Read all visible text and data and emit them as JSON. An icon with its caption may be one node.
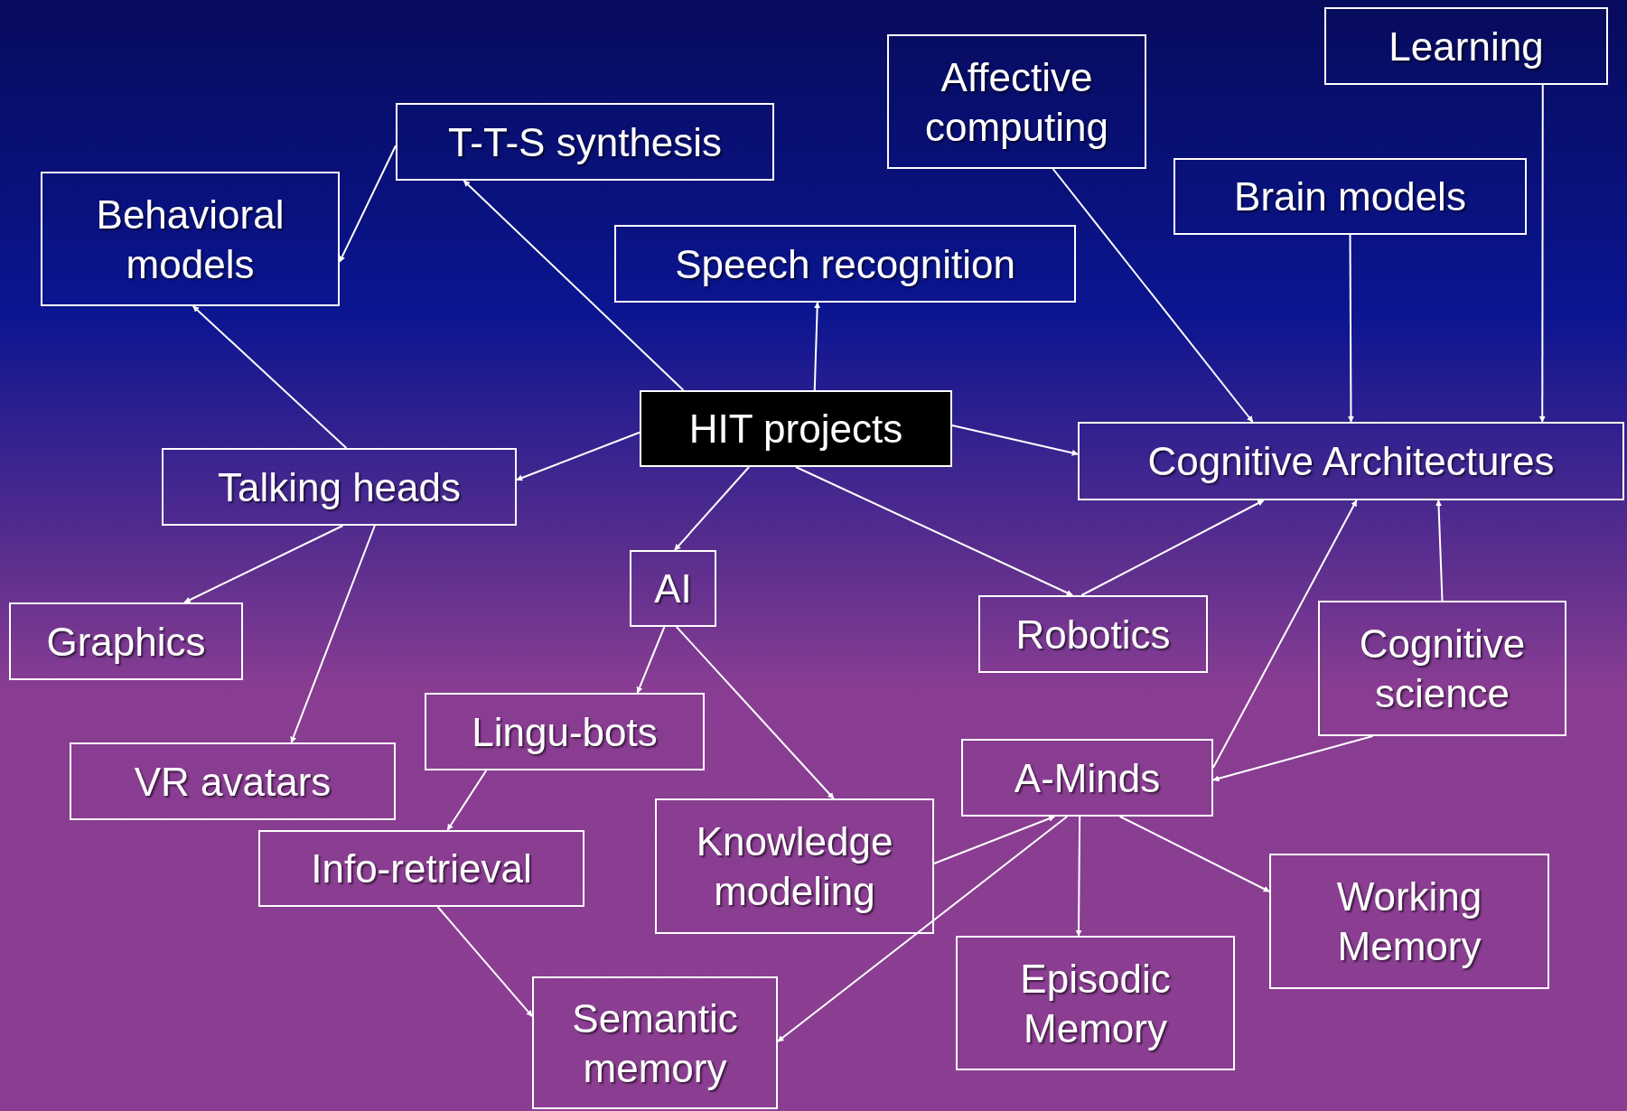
{
  "diagram": {
    "nodes": [
      {
        "text": [
          "Learning"
        ]
      },
      {
        "text": [
          "Affective computing"
        ]
      },
      {
        "text": [
          "T-T-S synthesis"
        ]
      },
      {
        "text": [
          "Behavioral models"
        ]
      },
      {
        "text": [
          "Brain models"
        ]
      },
      {
        "text": [
          "Speech recognition"
        ]
      },
      {
        "text": [
          "HIT projects"
        ]
      },
      {
        "text": [
          "Cognitive Architectures"
        ]
      },
      {
        "text": [
          "Talking heads"
        ]
      },
      {
        "text": [
          "AI"
        ]
      },
      {
        "text": [
          "Robotics"
        ]
      },
      {
        "text": [
          "Graphics"
        ]
      },
      {
        "text": [
          "Cognitive science"
        ]
      },
      {
        "text": [
          "Lingu-bots"
        ]
      },
      {
        "text": [
          "A-Minds"
        ]
      },
      {
        "text": [
          "VR avatars"
        ]
      },
      {
        "text": [
          "Info-retrieval"
        ]
      },
      {
        "text": [
          "Knowledge modeling"
        ]
      },
      {
        "text": [
          "Working Memory"
        ]
      },
      {
        "text": [
          "Episodic Memory"
        ]
      },
      {
        "text": [
          "Semantic memory"
        ]
      }
    ],
    "edges": [
      {
        "from": 2,
        "to": 3,
        "arrow": "to"
      },
      {
        "from": 6,
        "to": 2,
        "arrow": "to"
      },
      {
        "from": 6,
        "to": 5,
        "arrow": "to"
      },
      {
        "from": 6,
        "to": 7,
        "arrow": "to"
      },
      {
        "from": 6,
        "to": 8,
        "arrow": "to"
      },
      {
        "from": 6,
        "to": 9,
        "arrow": "to"
      },
      {
        "from": 6,
        "to": 10,
        "arrow": "to"
      },
      {
        "from": 8,
        "to": 3,
        "arrow": "to"
      },
      {
        "from": 8,
        "to": 11,
        "arrow": "to"
      },
      {
        "from": 8,
        "to": 15,
        "arrow": "to"
      },
      {
        "from": 1,
        "to": 7,
        "arrow": "to"
      },
      {
        "from": 4,
        "to": 7,
        "arrow": "to"
      },
      {
        "from": 0,
        "to": 7,
        "arrow": "to"
      },
      {
        "from": 10,
        "to": 7,
        "arrow": "to"
      },
      {
        "from": 14,
        "to": 7,
        "arrow": "to"
      },
      {
        "from": 12,
        "to": 7,
        "arrow": "to"
      },
      {
        "from": 12,
        "to": 14,
        "arrow": "to"
      },
      {
        "from": 9,
        "to": 13,
        "arrow": "to"
      },
      {
        "from": 9,
        "to": 17,
        "arrow": "to"
      },
      {
        "from": 13,
        "to": 16,
        "arrow": "to"
      },
      {
        "from": 16,
        "to": 20,
        "arrow": "to"
      },
      {
        "from": 17,
        "to": 14,
        "arrow": "to"
      },
      {
        "from": 14,
        "to": 20,
        "arrow": "to"
      },
      {
        "from": 14,
        "to": 19,
        "arrow": "to"
      },
      {
        "from": 14,
        "to": 18,
        "arrow": "to"
      }
    ]
  }
}
